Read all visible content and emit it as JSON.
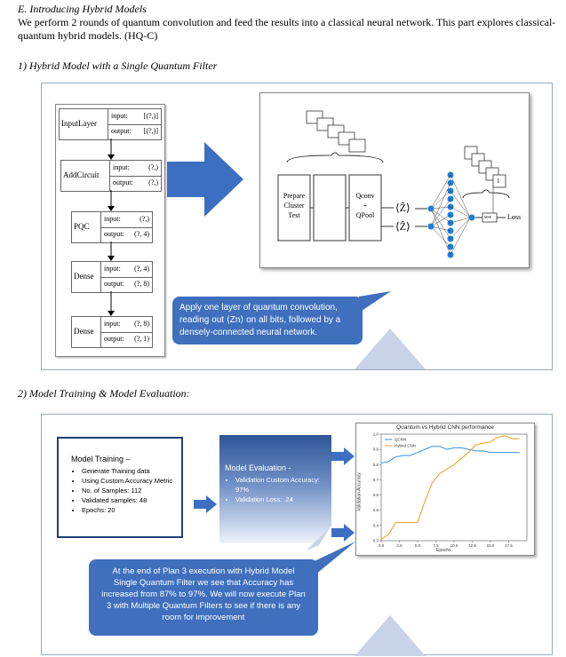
{
  "section": {
    "title": "E.   Introducing Hybrid Models",
    "intro_line1": "We perform 2 rounds of quantum convolution and feed the results into a classical neural network. This part explores classical-",
    "intro_line2": "quantum hybrid models. (HQ-C)"
  },
  "part1": {
    "heading": "1)   Hybrid Model with a Single Quantum Filter",
    "layers": [
      {
        "name": "InputLayer",
        "input_label": "input:",
        "input_val": "[(?,)]",
        "output_label": "output:",
        "output_val": "[(?,)]"
      },
      {
        "name": "AddCircuit",
        "input_label": "input:",
        "input_val": "(?,)",
        "output_label": "output:",
        "output_val": "(?,)"
      },
      {
        "name": "PQC",
        "input_label": "input:",
        "input_val": "(?,)",
        "output_label": "output:",
        "output_val": "(?, 4)"
      },
      {
        "name": "Dense",
        "input_label": "input:",
        "input_val": "(?, 4)",
        "output_label": "output:",
        "output_val": "(?, 8)"
      },
      {
        "name": "Dense",
        "input_label": "input:",
        "input_val": "(?, 8)",
        "output_label": "output:",
        "output_val": "(?, 1)"
      }
    ],
    "diagram": {
      "prepare": [
        "Prepare",
        "Cluster",
        "Test"
      ],
      "qconv": [
        "Qconv",
        "+",
        "QPool"
      ],
      "z1": "⟨Ẑ⟩",
      "z2": "⟨Ẑ⟩",
      "mse": "MSE",
      "loss": "Loss",
      "label_one": "1"
    },
    "callout": "Apply one layer of quantum convolution, reading out ⟨Zn⟩ on all bits, followed by a densely-connected neural network."
  },
  "part2": {
    "heading": "2)   Model Training & Model Evaluation:",
    "training": {
      "title": "Model Training –",
      "items": [
        "Generate Training data",
        "Using Custom Accuracy Metric",
        "No. of Samples: 112",
        "Validated samples: 48",
        "Epochs: 20"
      ]
    },
    "evaluation": {
      "title": "Model Evaluation -",
      "items": [
        "Validation Custom Accuracy: 97%",
        "Validation Loss: .24"
      ]
    },
    "callout": "At the end of Plan 3 execution with Hybrid Model Single Quantum Filter we see that Accuracy has increased from 87% to 97%. We will now execute Plan 3 with Multiple Quantum Filters to see if there is any room for improvement"
  },
  "chart_data": {
    "type": "line",
    "title": "Quantum vs Hybrid CNN performance",
    "xlabel": "Epochs",
    "ylabel": "Validation Accuracy",
    "xlim": [
      0,
      20
    ],
    "ylim": [
      0.3,
      1.0
    ],
    "x_ticks": [
      "0.0",
      "2.5",
      "5.0",
      "7.5",
      "10.0",
      "12.5",
      "15.0",
      "17.5"
    ],
    "y_ticks": [
      "0.3",
      "0.4",
      "0.5",
      "0.6",
      "0.7",
      "0.8",
      "0.9",
      "1.0"
    ],
    "legend_position": "top-left",
    "series": [
      {
        "name": "QCNN",
        "color": "#3a8fd9",
        "x": [
          0,
          1,
          2,
          3,
          4,
          5,
          6,
          7,
          8,
          9,
          10,
          11,
          12,
          13,
          14,
          15,
          16,
          17,
          18,
          19
        ],
        "y": [
          0.81,
          0.82,
          0.85,
          0.86,
          0.86,
          0.88,
          0.9,
          0.92,
          0.92,
          0.9,
          0.91,
          0.91,
          0.9,
          0.89,
          0.89,
          0.88,
          0.88,
          0.88,
          0.88,
          0.88
        ]
      },
      {
        "name": "Hybrid CNN",
        "color": "#f29b1d",
        "x": [
          0,
          1,
          2,
          3,
          4,
          5,
          6,
          7,
          8,
          9,
          10,
          11,
          12,
          13,
          14,
          15,
          16,
          17,
          18,
          19
        ],
        "y": [
          0.31,
          0.34,
          0.42,
          0.42,
          0.42,
          0.42,
          0.56,
          0.68,
          0.74,
          0.77,
          0.8,
          0.84,
          0.88,
          0.93,
          0.94,
          0.95,
          0.98,
          0.99,
          0.97,
          0.97
        ]
      }
    ]
  }
}
